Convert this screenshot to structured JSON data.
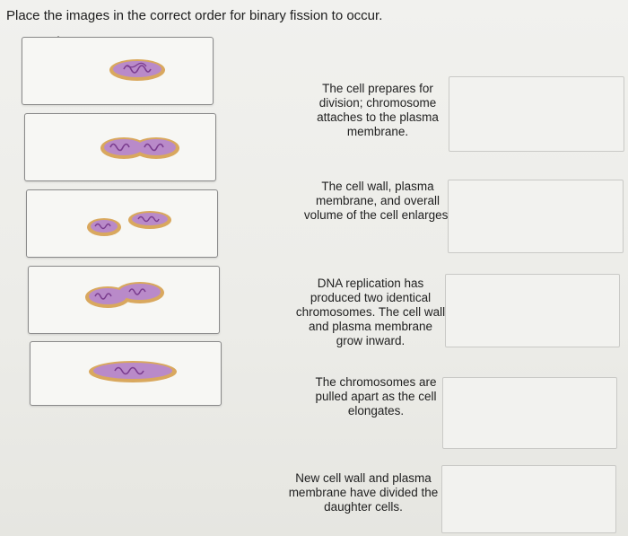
{
  "question": {
    "instruction": "Place the images in the correct order for binary fission to occur."
  },
  "image_cards": [
    {
      "depicts": "single rod cell"
    },
    {
      "depicts": "elongated cell with constriction"
    },
    {
      "depicts": "two separated daughter cells"
    },
    {
      "depicts": "cell dividing with two chromosomes"
    },
    {
      "depicts": "single elongated cell"
    }
  ],
  "steps": [
    {
      "text": "The cell prepares for division; chromosome attaches to the plasma membrane."
    },
    {
      "text": "The cell wall, plasma membrane, and overall volume of the cell enlarges."
    },
    {
      "text": "DNA replication has produced two identical chromosomes. The cell wall and plasma membrane grow inward."
    },
    {
      "text": "The chromosomes are pulled apart as the cell elongates."
    },
    {
      "text": "New cell wall and plasma membrane have divided the daughter cells."
    }
  ],
  "colors": {
    "cell_wall": "#d9a85e",
    "cell_body": "#b98ac9",
    "chromosome": "#7b3d8f",
    "card_border": "#8a8a8a",
    "drop_border": "#c9c9c6"
  }
}
